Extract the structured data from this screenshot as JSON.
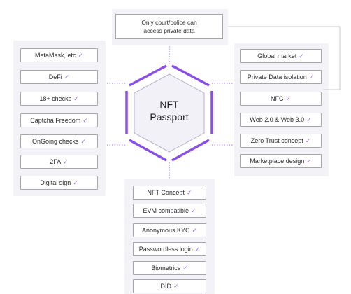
{
  "center": {
    "line1": "NFT",
    "line2": "Passport"
  },
  "top_note": {
    "line1": "Only court/police can",
    "line2": "access private data"
  },
  "check_mark": "✓",
  "left_items": [
    "MetaMask, etc",
    "DeFi",
    "18+ checks",
    "Captcha Freedom",
    "OnGoing checks",
    "2FA",
    "Digital sign"
  ],
  "right_items": [
    "Global market",
    "Private Data isolation",
    "NFC",
    "Web 2.0 & Web 3.0",
    "Zero Trust concept",
    "Marketplace design"
  ],
  "bottom_items": [
    "NFT Concept",
    "EVM compatible",
    "Anonymous KYC",
    "Passwordless login",
    "Biometrics",
    "DID"
  ],
  "colors": {
    "accent": "#9b6cf2",
    "hex_stroke": "#8a4fe6",
    "panel_bg": "#f3f2f6",
    "pill_border": "#a6a6ad"
  }
}
